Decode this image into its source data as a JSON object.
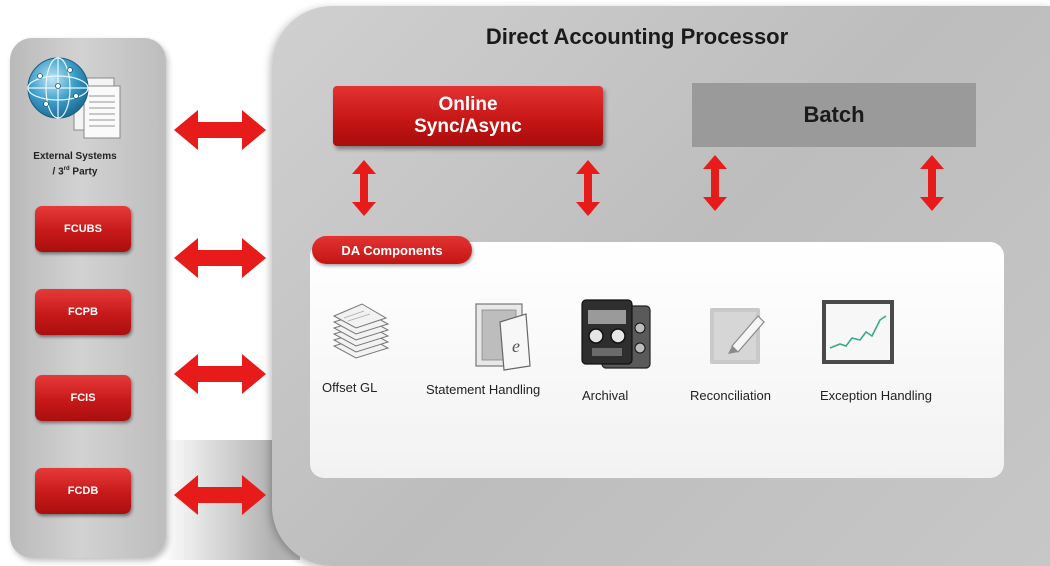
{
  "main": {
    "title": "Direct Accounting Processor",
    "online_line1": "Online",
    "online_line2": "Sync/Async",
    "batch": "Batch",
    "components_title": "DA Components"
  },
  "left": {
    "external_line1": "External Systems",
    "external_line2": "/ 3",
    "external_sup": "rd",
    "external_line2_end": " Party",
    "systems": [
      "FCUBS",
      "FCPB",
      "FCIS",
      "FCDB"
    ]
  },
  "components": [
    {
      "label": "Offset GL",
      "icon": "document-stack-icon"
    },
    {
      "label": "Statement Handling",
      "icon": "statement-page-icon"
    },
    {
      "label": "Archival",
      "icon": "tape-cassette-icon"
    },
    {
      "label": "Reconciliation",
      "icon": "pencil-pad-icon"
    },
    {
      "label": "Exception Handling",
      "icon": "line-chart-monitor-icon"
    }
  ],
  "colors": {
    "accent_red": "#d41c1c",
    "panel_gray": "#c4c4c4",
    "batch_gray": "#9a9a9a"
  }
}
